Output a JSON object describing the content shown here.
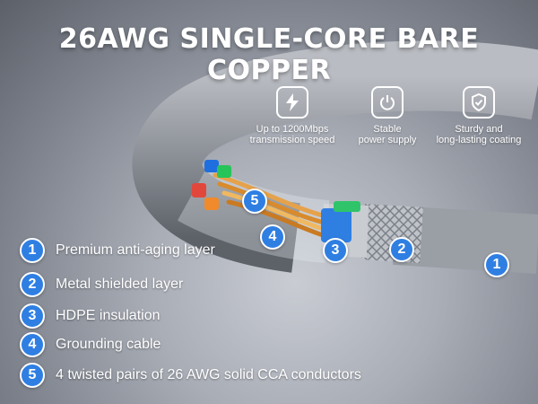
{
  "title": "26AWG SINGLE-CORE BARE COPPER",
  "features": [
    {
      "icon": "lightning-icon",
      "line1": "Up to 1200Mbps",
      "line2": "transmission speed"
    },
    {
      "icon": "power-icon",
      "line1": "Stable",
      "line2": "power supply"
    },
    {
      "icon": "shield-check-icon",
      "line1": "Sturdy and",
      "line2": "long-lasting coating"
    }
  ],
  "legend": [
    {
      "number": "1",
      "text": "Premium anti-aging layer"
    },
    {
      "number": "2",
      "text": "Metal shielded layer"
    },
    {
      "number": "3",
      "text": "HDPE insulation"
    },
    {
      "number": "4",
      "text": "Grounding cable"
    },
    {
      "number": "5",
      "text": "4 twisted pairs of 26 AWG solid CCA conductors"
    }
  ],
  "callouts": [
    "5",
    "4",
    "3",
    "2",
    "1"
  ],
  "colors": {
    "badge": "#2f7fe3",
    "jacket": "#8e9298",
    "text": "#ffffff"
  }
}
